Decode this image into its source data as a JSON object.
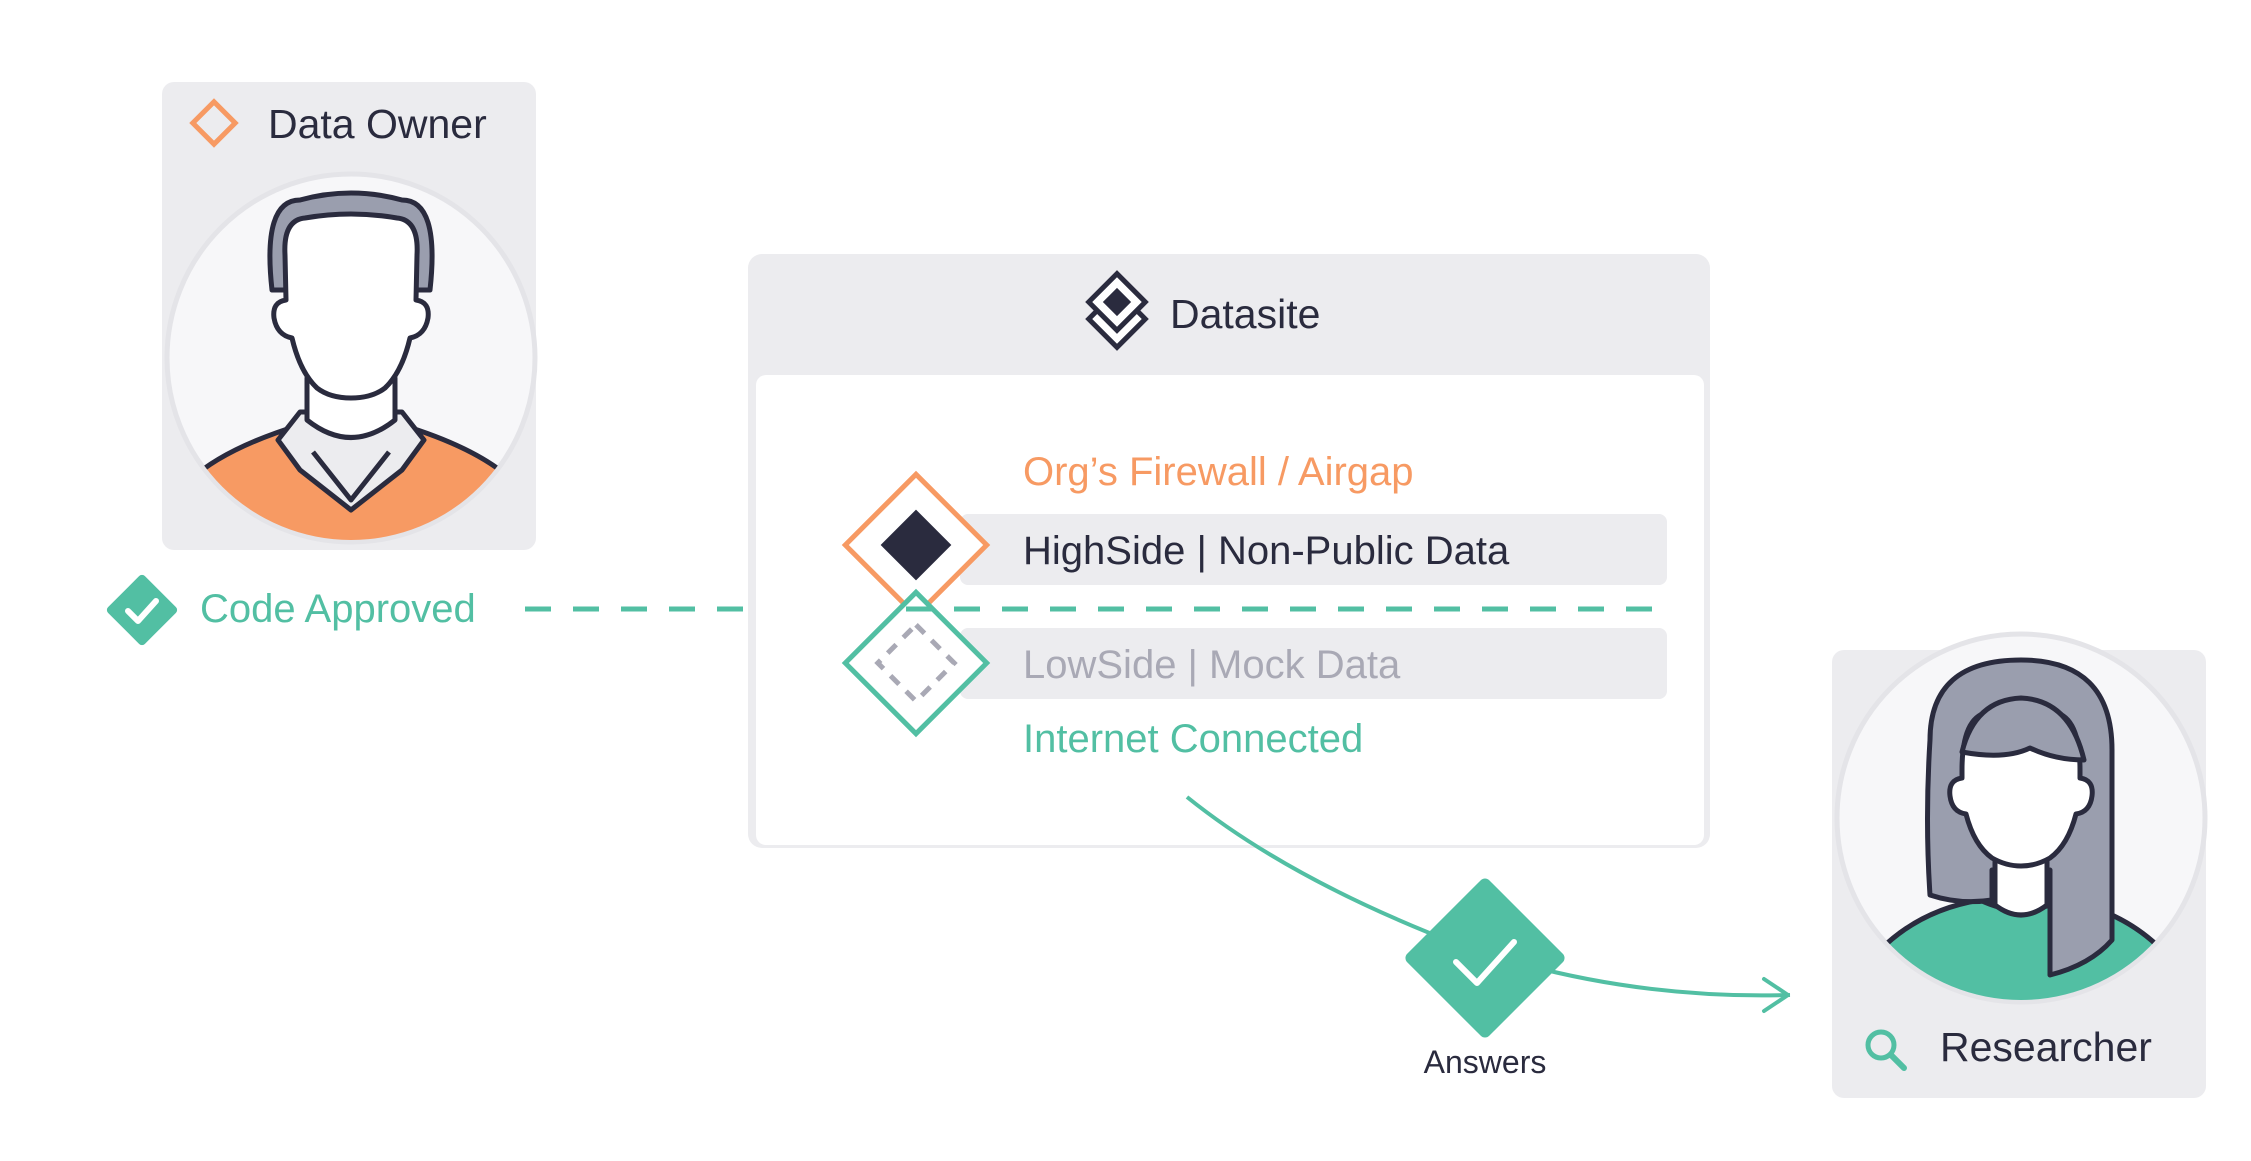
{
  "data_owner": {
    "title": "Data Owner",
    "status_label": "Code Approved"
  },
  "datasite": {
    "title": "Datasite",
    "firewall_label": "Org’s Firewall / Airgap",
    "highside_label": "HighSide | Non-Public Data",
    "lowside_label": "LowSide | Mock Data",
    "internet_label": "Internet Connected"
  },
  "answers_label": "Answers",
  "researcher": {
    "title": "Researcher"
  },
  "colors": {
    "orange": "#F79A63",
    "teal": "#52BFA3",
    "navy": "#2A2B3E",
    "panel_gray": "#ECECEF",
    "muted_gray": "#A9A9B5",
    "hair_gray": "#9A9EAE"
  },
  "icons": {
    "data_owner": "orange-diamond-outline-icon",
    "datasite": "stacked-diamonds-icon",
    "highside": "filled-diamond-icon",
    "lowside": "dashed-diamond-icon",
    "code_approved": "check-diamond-icon",
    "answers": "check-diamond-icon",
    "researcher": "magnifier-icon"
  }
}
